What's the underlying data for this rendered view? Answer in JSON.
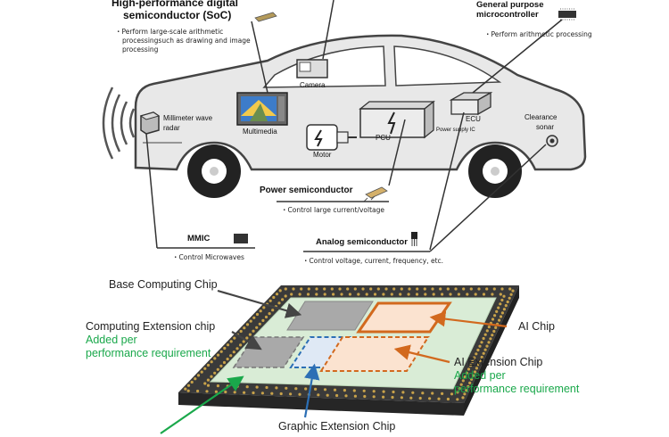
{
  "top": {
    "soc": {
      "title_line1": "High-performance digital",
      "title_line2": "semiconductor (SoC)",
      "note_line1": "・Perform large-scale arithmetic",
      "note_line2": "processingsuch as drawing and image",
      "note_line3": "processing"
    },
    "mcu": {
      "title_line1": "General purpose",
      "title_line2": "microcontroller",
      "note": "・Perform arithmetic processing"
    },
    "camera": "Camera",
    "multimedia": "Multimedia",
    "radar_line1": "Millimeter wave",
    "radar_line2": "radar",
    "pcu": "PCU",
    "motor": "Motor",
    "ecu": "ECU",
    "power_supply_ic": "Power supply IC",
    "sonar_line1": "Clearance",
    "sonar_line2": "sonar",
    "power": {
      "title": "Power semiconductor",
      "note": "・Control large current/voltage"
    },
    "mmic": {
      "title": "MMIC",
      "note": "・Control Microwaves"
    },
    "analog": {
      "title": "Analog semiconductor",
      "note": "・Control voltage, current, frequency, etc."
    }
  },
  "bottom": {
    "base_computing": "Base Computing Chip",
    "computing_ext": "Computing Extension chip",
    "computing_added1": "Added per",
    "computing_added2": "performance requirement",
    "ai_chip": "AI Chip",
    "ai_ext": "AI Extension Chip",
    "ai_added1": "Added per",
    "ai_added2": "performance requirement",
    "graphic_ext": "Graphic Extension Chip"
  },
  "colors": {
    "car_fill": "#e8e8e8",
    "board_dark": "#3a3a3a",
    "board_green": "#d9ecd6",
    "pins": "#c8a24a",
    "base_chip": "#a9a9a9",
    "ai_orange": "#d2691e",
    "ai_fill": "#fbe3d0",
    "graphic_blue": "#2c6fb5",
    "green_text": "#1aa84b"
  }
}
